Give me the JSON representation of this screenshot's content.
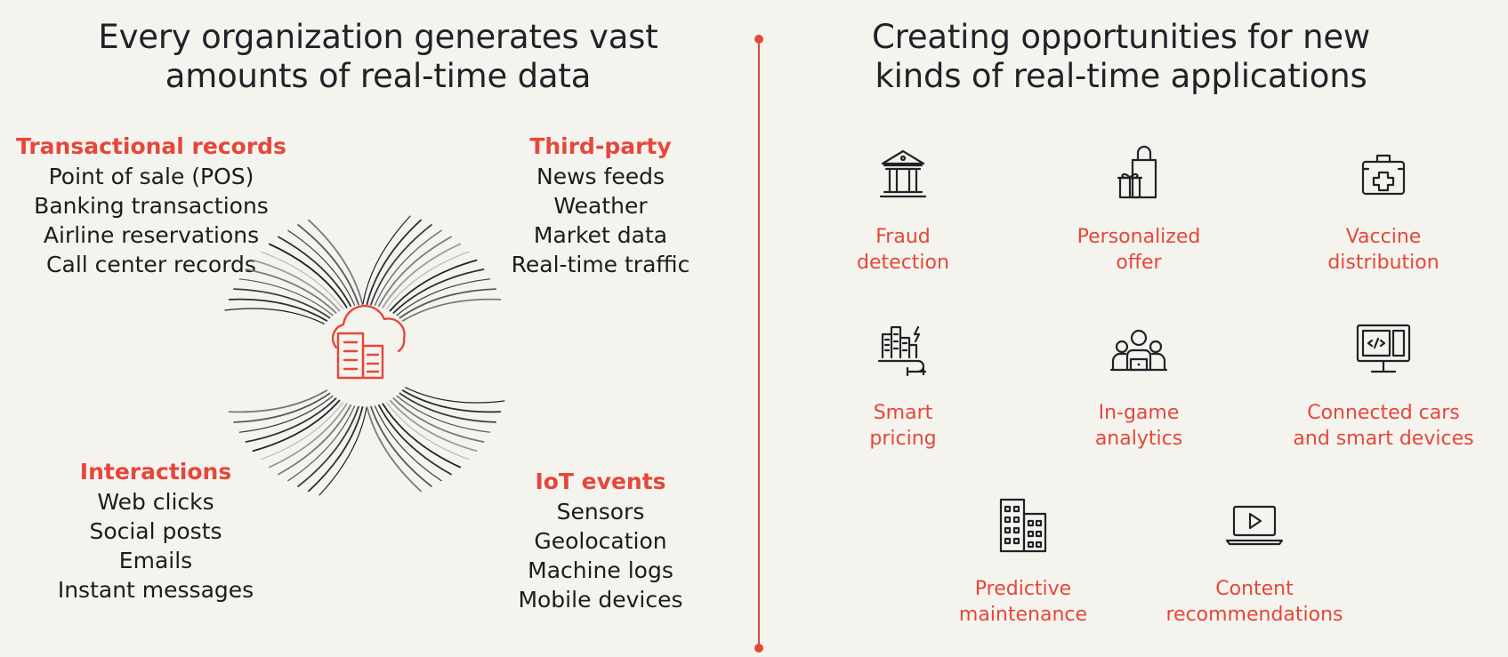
{
  "left_title": "Every organization generates vast amounts of real-time data",
  "right_title": "Creating opportunities for new kinds of real-time applications",
  "sources": {
    "transactional": {
      "heading": "Transactional records",
      "items": [
        "Point of sale (POS)",
        "Banking transactions",
        "Airline reservations",
        "Call center records"
      ]
    },
    "third_party": {
      "heading": "Third-party",
      "items": [
        "News feeds",
        "Weather",
        "Market data",
        "Real-time traffic"
      ]
    },
    "interactions": {
      "heading": "Interactions",
      "items": [
        "Web clicks",
        "Social posts",
        "Emails",
        "Instant messages"
      ]
    },
    "iot": {
      "heading": "IoT events",
      "items": [
        "Sensors",
        "Geolocation",
        "Machine logs",
        "Mobile devices"
      ]
    }
  },
  "applications": [
    {
      "label_1": "Fraud",
      "label_2": "detection",
      "icon": "bank-icon"
    },
    {
      "label_1": "Personalized",
      "label_2": "offer",
      "icon": "shopping-bag-gift-icon"
    },
    {
      "label_1": "Vaccine",
      "label_2": "distribution",
      "icon": "medical-kit-icon"
    },
    {
      "label_1": "Smart",
      "label_2": "pricing",
      "icon": "smart-city-icon"
    },
    {
      "label_1": "In-game",
      "label_2": "analytics",
      "icon": "gamers-icon"
    },
    {
      "label_1": "Connected cars",
      "label_2": "and smart devices",
      "icon": "computer-code-icon"
    },
    {
      "label_1": "Predictive",
      "label_2": "maintenance",
      "icon": "building-icon"
    },
    {
      "label_1": "Content",
      "label_2": "recommendations",
      "icon": "laptop-video-icon"
    }
  ],
  "colors": {
    "accent": "#e5473a",
    "text": "#1c1c1c",
    "background": "#f5f3ee"
  }
}
